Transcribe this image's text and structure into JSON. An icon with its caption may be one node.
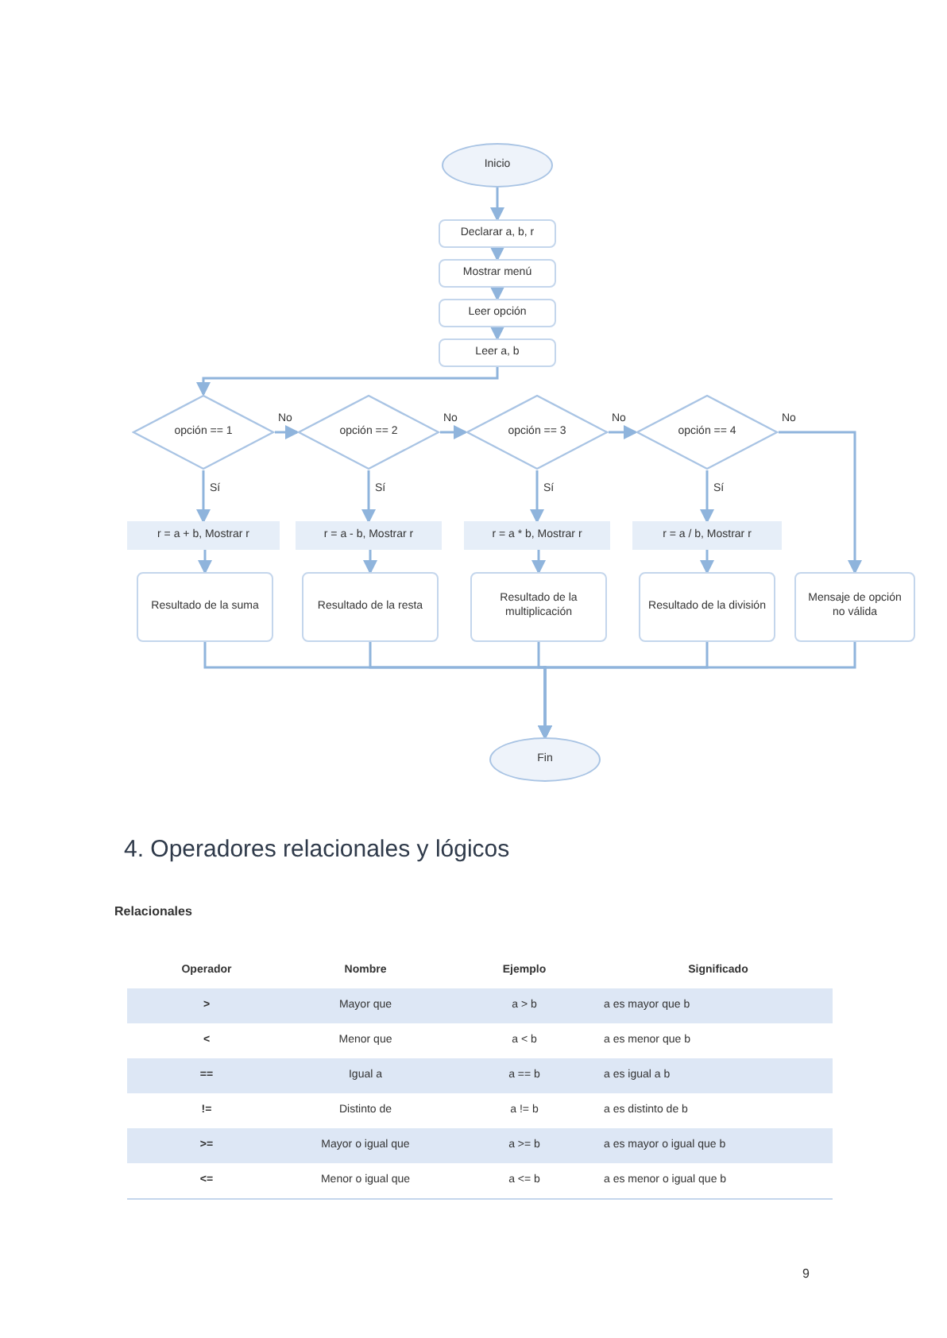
{
  "diagram": {
    "nodes": [
      {
        "text": [
          "Inicio"
        ]
      },
      {
        "text": [
          "Declarar a, b, r"
        ]
      },
      {
        "text": [
          "Mostrar menú"
        ]
      },
      {
        "text": [
          "Leer opción"
        ]
      },
      {
        "text": [
          "Leer a, b"
        ]
      },
      {
        "text": [
          "opción == 1"
        ]
      },
      {
        "text": [
          "opción == 2"
        ]
      },
      {
        "text": [
          "opción == 3"
        ]
      },
      {
        "text": [
          "opción == 4"
        ]
      },
      {
        "text": [
          "r = a + b, Mostrar r"
        ]
      },
      {
        "text": [
          "r = a - b, Mostrar r"
        ]
      },
      {
        "text": [
          "r = a * b, Mostrar r"
        ]
      },
      {
        "text": [
          "r = a / b, Mostrar r"
        ]
      },
      {
        "text": [
          "Resultado de la suma"
        ]
      },
      {
        "text": [
          "Resultado de la resta"
        ]
      },
      {
        "text": [
          "Resultado de la multiplicación"
        ]
      },
      {
        "text": [
          "Resultado de la división"
        ]
      },
      {
        "text": [
          "Mensaje de opción no válida"
        ]
      },
      {
        "text": [
          "Fin"
        ]
      }
    ],
    "edges": [
      {
        "from": 0,
        "to": 1,
        "arrow": "to"
      },
      {
        "from": 1,
        "to": 2,
        "arrow": "to"
      },
      {
        "from": 2,
        "to": 3,
        "arrow": "to"
      },
      {
        "from": 3,
        "to": 4,
        "arrow": "to"
      },
      {
        "from": 4,
        "to": 5,
        "arrow": "to"
      },
      {
        "from": 5,
        "to": 6,
        "arrow": "to",
        "label": "No"
      },
      {
        "from": 6,
        "to": 7,
        "arrow": "to",
        "label": "No"
      },
      {
        "from": 7,
        "to": 8,
        "arrow": "to",
        "label": "No"
      },
      {
        "from": 8,
        "to": 17,
        "arrow": "to",
        "label": "No"
      },
      {
        "from": 5,
        "to": 9,
        "arrow": "to",
        "label": "Sí"
      },
      {
        "from": 6,
        "to": 10,
        "arrow": "to",
        "label": "Sí"
      },
      {
        "from": 7,
        "to": 11,
        "arrow": "to",
        "label": "Sí"
      },
      {
        "from": 8,
        "to": 12,
        "arrow": "to",
        "label": "Sí"
      },
      {
        "from": 9,
        "to": 13,
        "arrow": "to"
      },
      {
        "from": 10,
        "to": 14,
        "arrow": "to"
      },
      {
        "from": 11,
        "to": 15,
        "arrow": "to"
      },
      {
        "from": 12,
        "to": 16,
        "arrow": "to"
      },
      {
        "from": 13,
        "to": 18,
        "arrow": "to"
      },
      {
        "from": 14,
        "to": 18,
        "arrow": "to"
      },
      {
        "from": 15,
        "to": 18,
        "arrow": "to"
      },
      {
        "from": 16,
        "to": 18,
        "arrow": "to"
      },
      {
        "from": 17,
        "to": 18,
        "arrow": "to"
      }
    ],
    "labels": [
      "4. Operadores relacionales y lógicos",
      "Relacionales",
      "Operador",
      "Nombre",
      "Ejemplo",
      "Significado",
      ">",
      "Mayor que",
      "a > b",
      "a es mayor que b",
      "<",
      "Menor que",
      "a < b",
      "a es menor que b",
      "==",
      "Igual a",
      "a == b",
      "a es igual a b",
      "!=",
      "Distinto de",
      "a != b",
      "a es distinto de b",
      ">=",
      "Mayor o igual que",
      "a >= b",
      "a es mayor o igual que b",
      "<=",
      "Menor o igual que",
      "a <= b",
      "a es menor o igual que b",
      "9"
    ]
  }
}
